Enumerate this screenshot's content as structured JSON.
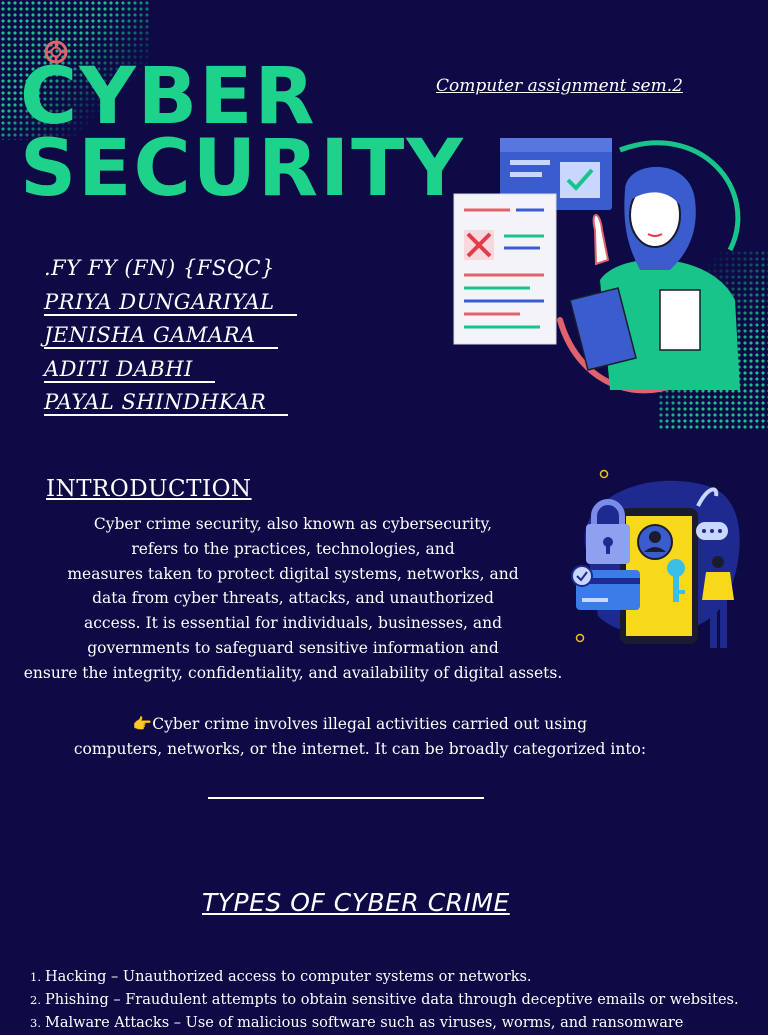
{
  "title": {
    "line1": "CYBER",
    "line2": "SECURITY"
  },
  "subtitle": "Computer assignment sem.2",
  "names": [
    ".FY FY (FN) {FSQC}",
    "PRIYA DUNGARIYAL",
    "JENISHA GAMARA",
    "ADITI DABHI",
    "PAYAL SHINDHKAR"
  ],
  "introduction": {
    "heading": "INTRODUCTION",
    "lines": [
      "Cyber crime security, also known as cybersecurity,",
      "refers to the practices, technologies, and",
      "measures taken to protect digital systems, networks, and",
      "data from cyber threats, attacks, and unauthorized",
      "access. It is essential for individuals, businesses, and",
      "governments to safeguard sensitive information and",
      "ensure the integrity, confidentiality, and availability of digital assets."
    ]
  },
  "crime_intro": {
    "lines": [
      "👉Cyber crime involves illegal activities carried out using",
      "computers, networks, or the internet. It can be broadly categorized into:"
    ]
  },
  "types": {
    "heading": "TYPES OF CYBER CRIME",
    "items": [
      {
        "num": "1.",
        "text": "Hacking – Unauthorized access to computer systems or networks."
      },
      {
        "num": "2.",
        "text": "Phishing – Fraudulent attempts to obtain sensitive data through deceptive emails or websites."
      },
      {
        "num": "3.",
        "text": "Malware Attacks – Use of malicious software such as viruses, worms, and ransomware"
      }
    ]
  },
  "icons": [
    "lifebuoy-icon",
    "padlock-icon",
    "user-icon",
    "key-icon",
    "check-icon",
    "credit-card-icon"
  ],
  "colors": {
    "background": "#0d0a45",
    "accent": "#1fd28c",
    "text": "#ffffff"
  }
}
